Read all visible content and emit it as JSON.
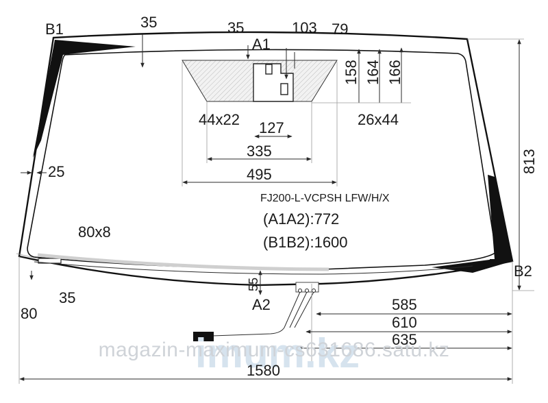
{
  "part_code": "FJ200-L-VCPSH LFW/H/X",
  "formula_a": "(A1A2):772",
  "formula_b": "(B1B2):1600",
  "points": {
    "b1": "B1",
    "b2": "B2",
    "a1": "A1",
    "a2": "A2"
  },
  "dimensions": {
    "top_left_35": "35",
    "top_mid_35": "35",
    "d103": "103",
    "d79": "79",
    "d158": "158",
    "d164": "164",
    "d166": "166",
    "d813": "813",
    "d25": "25",
    "sensor_44x22": "44x22",
    "sensor_26x44": "26x44",
    "d127": "127",
    "d335": "335",
    "d495": "495",
    "d80x8": "80x8",
    "d55": "55",
    "bottom_35": "35",
    "d80": "80",
    "d585": "585",
    "d610": "610",
    "d635": "635",
    "d1580": "1580"
  },
  "watermark": {
    "text": "magazin-maximum-cs631686.satu.kz",
    "logo": "imum.kz"
  }
}
